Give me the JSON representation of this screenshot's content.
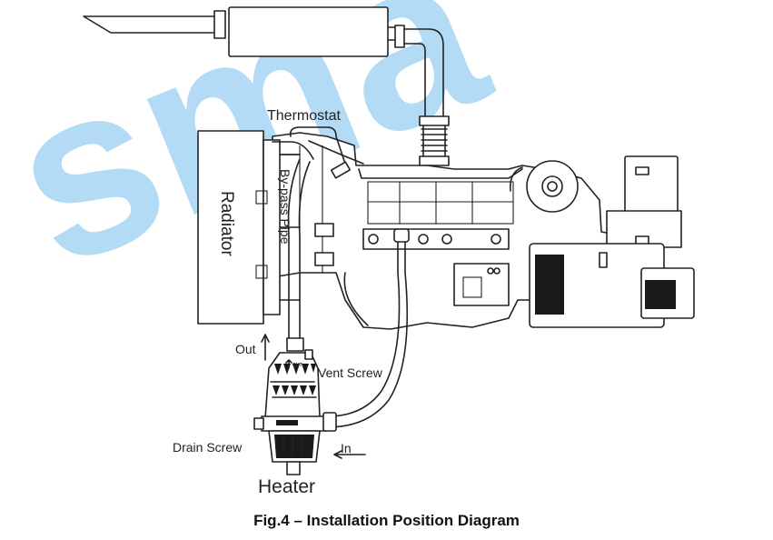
{
  "watermark": {
    "text": "sma",
    "color": "#6ab8ec"
  },
  "labels": {
    "thermostat": "Thermostat",
    "radiator": "Radiator",
    "bypass_pipe": "By-pass Pipe",
    "out": "Out",
    "vent_screw": "Vent Screw",
    "drain_screw": "Drain Screw",
    "in": "In",
    "heater": "Heater",
    "heater_out_mark": "OUT"
  },
  "caption": "Fig.4 – Installation Position Diagram"
}
